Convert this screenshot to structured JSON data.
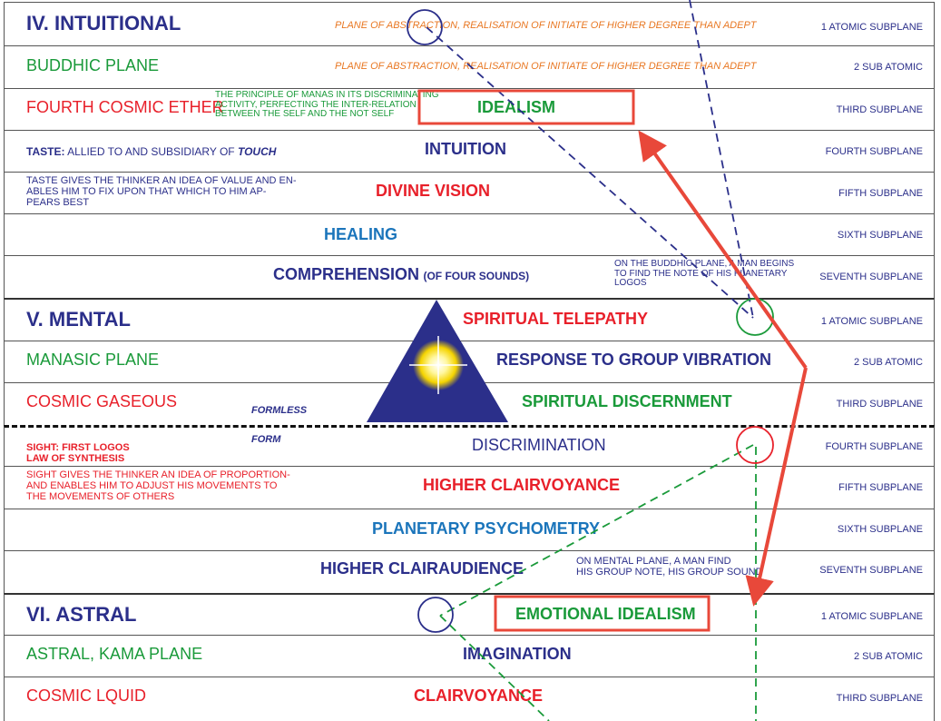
{
  "colors": {
    "navy": "#2b2f8a",
    "green": "#1a9a3a",
    "red": "#e8202a",
    "orange": "#e87722",
    "blue": "#1b75bb"
  },
  "intuitional": {
    "title": "IV. INTUITIONAL",
    "r1_center": "PLANE OF ABSTRACTION, REALISATION OF INITIATE OF HIGHER DEGREE THAN ADEPT",
    "r1_sub": "1 ATOMIC SUBPLANE",
    "r2_left": "BUDDHIC PLANE",
    "r2_center": "PLANE OF ABSTRACTION, REALISATION OF INITIATE OF HIGHER DEGREE THAN ADEPT",
    "r2_sub": "2 SUB ATOMIC",
    "r3_left": "FOURTH COSMIC ETHER",
    "r3_note": [
      "THE PRINCIPLE OF MANAS IN ITS DISCRIMINATING",
      "ACTIVITY, PERFECTING THE INTER-RELATION",
      "BETWEEN THE SELF AND THE NOT SELF"
    ],
    "r3_center": "IDEALISM",
    "r3_sub": "THIRD SUBPLANE",
    "r4_left_bold": "TASTE:",
    "r4_left": " ALLIED TO AND SUBSIDIARY OF ",
    "r4_left_italic": "TOUCH",
    "r4_center": "INTUITION",
    "r4_sub": "FOURTH SUBPLANE",
    "r5_left": [
      "TASTE GIVES THE THINKER AN IDEA OF VALUE AND EN-",
      "ABLES HIM TO FIX UPON THAT WHICH TO HIM AP-",
      "PEARS BEST"
    ],
    "r5_center": "DIVINE VISION",
    "r5_sub": "FIFTH SUBPLANE",
    "r6_center": "HEALING",
    "r6_sub": "SIXTH SUBPLANE",
    "r7_center": "COMPREHENSION",
    "r7_center_small": "(OF FOUR SOUNDS)",
    "r7_note": [
      "ON THE BUDDHIC PLANE, A MAN BEGINS",
      "TO FIND THE NOTE OF HIS PLANETARY LOGOS"
    ],
    "r7_sub": "SEVENTH SUBPLANE"
  },
  "mental": {
    "title": "V. MENTAL",
    "r1_center": "SPIRITUAL TELEPATHY",
    "r1_sub": "1 ATOMIC SUBPLANE",
    "r2_left": "MANASIC PLANE",
    "r2_center": "RESPONSE TO GROUP VIBRATION",
    "r2_sub": "2 SUB ATOMIC",
    "r3_left": "COSMIC GASEOUS",
    "r3_formless": "FORMLESS",
    "r3_center": "SPIRITUAL DISCERNMENT",
    "r3_sub": "THIRD SUBPLANE",
    "r4_form": "FORM",
    "r4_left": [
      "SIGHT: FIRST LOGOS",
      "LAW OF SYNTHESIS"
    ],
    "r4_center": "DISCRIMINATION",
    "r4_sub": "FOURTH SUBPLANE",
    "r5_left": [
      "SIGHT GIVES THE THINKER AN IDEA OF PROPORTION-",
      "AND ENABLES HIM TO ADJUST HIS MOVEMENTS TO",
      "THE MOVEMENTS OF OTHERS"
    ],
    "r5_center": "HIGHER CLAIRVOYANCE",
    "r5_sub": "FIFTH SUBPLANE",
    "r6_center": "PLANETARY PSYCHOMETRY",
    "r6_sub": "SIXTH SUBPLANE",
    "r7_center": "HIGHER CLAIRAUDIENCE",
    "r7_note": [
      "ON MENTAL PLANE, A MAN FIND",
      "HIS GROUP NOTE, HIS GROUP SOUND"
    ],
    "r7_sub": "SEVENTH SUBPLANE"
  },
  "astral": {
    "title": "VI. ASTRAL",
    "r1_center": "EMOTIONAL IDEALISM",
    "r1_sub": "1 ATOMIC SUBPLANE",
    "r2_left": "ASTRAL, KAMA PLANE",
    "r2_center": "IMAGINATION",
    "r2_sub": "2 SUB ATOMIC",
    "r3_left": "COSMIC LQUID",
    "r3_center": "CLAIRVOYANCE",
    "r3_sub": "THIRD SUBPLANE"
  }
}
